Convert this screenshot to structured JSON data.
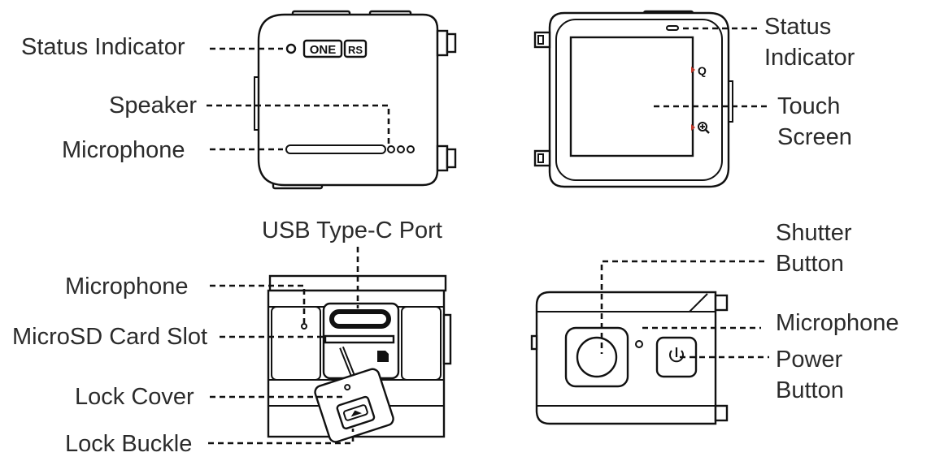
{
  "labels": {
    "status_indicator": "Status Indicator",
    "speaker": "Speaker",
    "microphone": "Microphone",
    "status_indicator_right_line1": "Status",
    "status_indicator_right_line2": "Indicator",
    "touch_screen_line1": "Touch",
    "touch_screen_line2": "Screen",
    "usb_port": "USB Type-C Port",
    "microphone_bottom_left": "Microphone",
    "microsd_slot": "MicroSD Card Slot",
    "lock_cover": "Lock Cover",
    "lock_buckle": "Lock Buckle",
    "shutter_button_line1": "Shutter",
    "shutter_button_line2": "Button",
    "microphone_bottom_right": "Microphone",
    "power_button_line1": "Power",
    "power_button_line2": "Button"
  },
  "device_marks": {
    "logo_left": "ONE",
    "logo_right": "RS",
    "screen_icon_q": "Q"
  },
  "icons": [
    "zoom-icon",
    "power-icon",
    "sd-card-icon",
    "arrow-up-icon"
  ]
}
